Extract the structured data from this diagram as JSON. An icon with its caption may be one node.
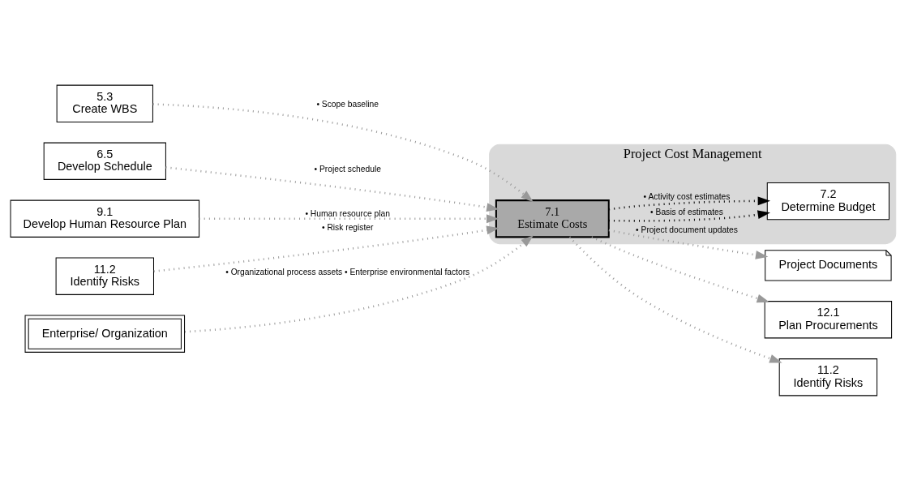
{
  "diagram": {
    "nodes": [
      {
        "text": [
          "5.3",
          "Create WBS"
        ]
      },
      {
        "text": [
          "6.5",
          "Develop Schedule"
        ]
      },
      {
        "text": [
          "9.1",
          "Develop Human Resource Plan"
        ]
      },
      {
        "text": [
          "11.2",
          "Identify Risks"
        ]
      },
      {
        "text": [
          "Enterprise/ Organization"
        ]
      },
      {
        "text": [
          "Project Cost Management"
        ]
      },
      {
        "text": [
          "7.1",
          "Estimate Costs"
        ],
        "in": 5
      },
      {
        "text": [
          "7.2",
          "Determine Budget"
        ],
        "in": 5
      },
      {
        "text": [
          "Project Documents"
        ]
      },
      {
        "text": [
          "12.1",
          "Plan Procurements"
        ]
      },
      {
        "text": [
          "11.2",
          "Identify Risks"
        ]
      }
    ],
    "edges": [
      {
        "from": 0,
        "to": 6,
        "arrow": "to",
        "label": "• Scope baseline"
      },
      {
        "from": 1,
        "to": 6,
        "arrow": "to",
        "label": "• Project schedule"
      },
      {
        "from": 2,
        "to": 6,
        "arrow": "to",
        "label": "• Human resource plan"
      },
      {
        "from": 3,
        "to": 6,
        "arrow": "to",
        "label": "• Risk register"
      },
      {
        "from": 4,
        "to": 6,
        "arrow": "to",
        "label": "• Organizational process assets • Enterprise environmental factors"
      },
      {
        "from": 6,
        "to": 8,
        "arrow": "to",
        "label": "• Project document updates"
      },
      {
        "from": 6,
        "to": 7,
        "arrow": "to",
        "label": "• Basis of estimates",
        "color": "#000000"
      },
      {
        "from": 6,
        "to": 7,
        "arrow": "to",
        "label": "• Activity cost estimates",
        "color": "#000000"
      },
      {
        "from": 6,
        "to": 9,
        "arrow": "to"
      },
      {
        "from": 6,
        "to": 10,
        "arrow": "to"
      }
    ]
  }
}
